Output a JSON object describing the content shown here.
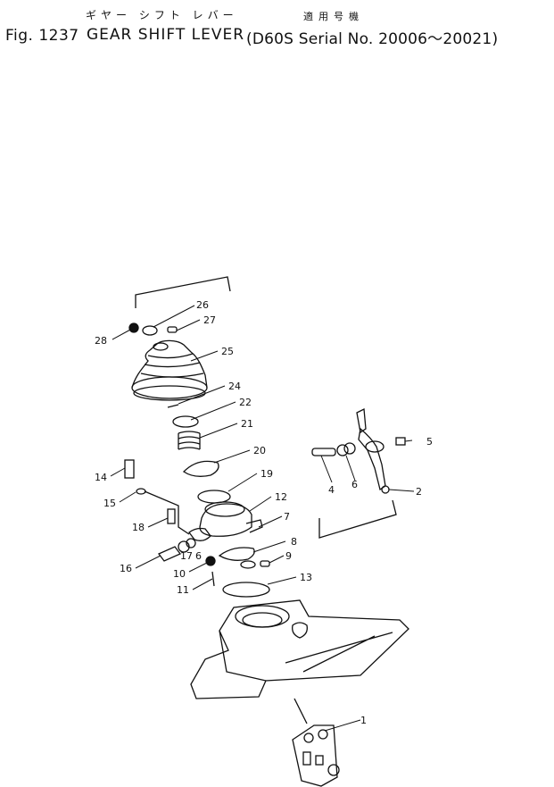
{
  "header": {
    "fig_no": "Fig. 1237",
    "title_jp": "ギヤー シフト レバー",
    "title_en": "GEAR SHIFT LEVER",
    "serial_jp": "適用号機",
    "serial_en": "(D60S Serial No. 20006～20021)"
  },
  "callouts": [
    {
      "id": "1",
      "label": "1"
    },
    {
      "id": "2",
      "label": "2"
    },
    {
      "id": "4",
      "label": "4"
    },
    {
      "id": "5",
      "label": "5"
    },
    {
      "id": "6a",
      "label": "6"
    },
    {
      "id": "6b",
      "label": "6"
    },
    {
      "id": "7",
      "label": "7"
    },
    {
      "id": "8",
      "label": "8"
    },
    {
      "id": "9",
      "label": "9"
    },
    {
      "id": "10",
      "label": "10"
    },
    {
      "id": "11",
      "label": "11"
    },
    {
      "id": "12",
      "label": "12"
    },
    {
      "id": "13",
      "label": "13"
    },
    {
      "id": "14",
      "label": "14"
    },
    {
      "id": "15",
      "label": "15"
    },
    {
      "id": "16",
      "label": "16"
    },
    {
      "id": "17",
      "label": "17"
    },
    {
      "id": "18",
      "label": "18"
    },
    {
      "id": "19",
      "label": "19"
    },
    {
      "id": "20",
      "label": "20"
    },
    {
      "id": "21",
      "label": "21"
    },
    {
      "id": "22",
      "label": "22"
    },
    {
      "id": "24",
      "label": "24"
    },
    {
      "id": "25",
      "label": "25"
    },
    {
      "id": "26",
      "label": "26"
    },
    {
      "id": "27",
      "label": "27"
    },
    {
      "id": "28",
      "label": "28"
    }
  ]
}
